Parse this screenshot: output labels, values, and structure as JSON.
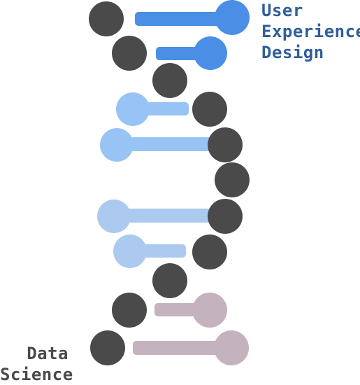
{
  "labels": {
    "top": [
      "User",
      "Experience",
      "Design"
    ],
    "bottom": [
      "Data",
      "Science"
    ]
  },
  "colors": {
    "dark_node": "#4a4a4a",
    "blue_strong": "#4a8ee6",
    "blue_light": "#98c3f5",
    "blue_pale": "#acc9ef",
    "mauve": "#c4b2be",
    "top_label": "#2f5f9a",
    "bottom_label": "#4a4a4a"
  },
  "helix": {
    "rungs": [
      {
        "color": "blue_strong"
      },
      {
        "color": "blue_strong"
      },
      {
        "color": "none"
      },
      {
        "color": "blue_light"
      },
      {
        "color": "blue_light"
      },
      {
        "color": "none"
      },
      {
        "color": "blue_pale"
      },
      {
        "color": "blue_pale"
      },
      {
        "color": "none"
      },
      {
        "color": "mauve"
      },
      {
        "color": "mauve"
      }
    ]
  }
}
